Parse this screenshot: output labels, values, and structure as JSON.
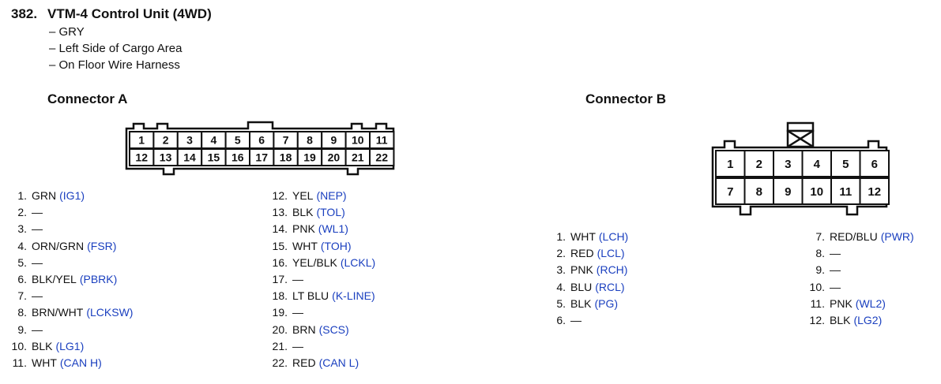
{
  "header": {
    "number": "382.",
    "title": "VTM-4 Control Unit (4WD)",
    "details": [
      "– GRY",
      "– Left Side of Cargo Area",
      "– On Floor Wire Harness"
    ]
  },
  "connector_a": {
    "title": "Connector A",
    "top_cells": [
      "1",
      "2",
      "3",
      "4",
      "5",
      "6",
      "7",
      "8",
      "9",
      "10",
      "11"
    ],
    "bottom_cells": [
      "12",
      "13",
      "14",
      "15",
      "16",
      "17",
      "18",
      "19",
      "20",
      "21",
      "22"
    ],
    "pins": [
      {
        "num": "1.",
        "wire": "GRN",
        "signal": "(IG1)"
      },
      {
        "num": "2.",
        "wire": "—",
        "signal": ""
      },
      {
        "num": "3.",
        "wire": "—",
        "signal": ""
      },
      {
        "num": "4.",
        "wire": "ORN/GRN",
        "signal": "(FSR)"
      },
      {
        "num": "5.",
        "wire": "—",
        "signal": ""
      },
      {
        "num": "6.",
        "wire": "BLK/YEL",
        "signal": "(PBRK)"
      },
      {
        "num": "7.",
        "wire": "—",
        "signal": ""
      },
      {
        "num": "8.",
        "wire": "BRN/WHT",
        "signal": "(LCKSW)"
      },
      {
        "num": "9.",
        "wire": "—",
        "signal": ""
      },
      {
        "num": "10.",
        "wire": "BLK",
        "signal": "(LG1)"
      },
      {
        "num": "11.",
        "wire": "WHT",
        "signal": "(CAN H)"
      },
      {
        "num": "12.",
        "wire": "YEL",
        "signal": "(NEP)"
      },
      {
        "num": "13.",
        "wire": "BLK",
        "signal": "(TOL)"
      },
      {
        "num": "14.",
        "wire": "PNK",
        "signal": "(WL1)"
      },
      {
        "num": "15.",
        "wire": "WHT",
        "signal": "(TOH)"
      },
      {
        "num": "16.",
        "wire": "YEL/BLK",
        "signal": "(LCKL)"
      },
      {
        "num": "17.",
        "wire": "—",
        "signal": ""
      },
      {
        "num": "18.",
        "wire": "LT BLU",
        "signal": "(K-LINE)"
      },
      {
        "num": "19.",
        "wire": "—",
        "signal": ""
      },
      {
        "num": "20.",
        "wire": "BRN",
        "signal": "(SCS)"
      },
      {
        "num": "21.",
        "wire": "—",
        "signal": ""
      },
      {
        "num": "22.",
        "wire": "RED",
        "signal": "(CAN L)"
      }
    ]
  },
  "connector_b": {
    "title": "Connector B",
    "top_cells": [
      "1",
      "2",
      "3",
      "4",
      "5",
      "6"
    ],
    "bottom_cells": [
      "7",
      "8",
      "9",
      "10",
      "11",
      "12"
    ],
    "pins": [
      {
        "num": "1.",
        "wire": "WHT",
        "signal": "(LCH)"
      },
      {
        "num": "2.",
        "wire": "RED",
        "signal": "(LCL)"
      },
      {
        "num": "3.",
        "wire": "PNK",
        "signal": "(RCH)"
      },
      {
        "num": "4.",
        "wire": "BLU",
        "signal": "(RCL)"
      },
      {
        "num": "5.",
        "wire": "BLK",
        "signal": "(PG)"
      },
      {
        "num": "6.",
        "wire": "—",
        "signal": ""
      },
      {
        "num": "7.",
        "wire": "RED/BLU",
        "signal": "(PWR)"
      },
      {
        "num": "8.",
        "wire": "—",
        "signal": ""
      },
      {
        "num": "9.",
        "wire": "—",
        "signal": ""
      },
      {
        "num": "10.",
        "wire": "—",
        "signal": ""
      },
      {
        "num": "11.",
        "wire": "PNK",
        "signal": "(WL2)"
      },
      {
        "num": "12.",
        "wire": "BLK",
        "signal": "(LG2)"
      }
    ]
  },
  "colors": {
    "signal": "#1a3fbf",
    "text": "#111111"
  }
}
